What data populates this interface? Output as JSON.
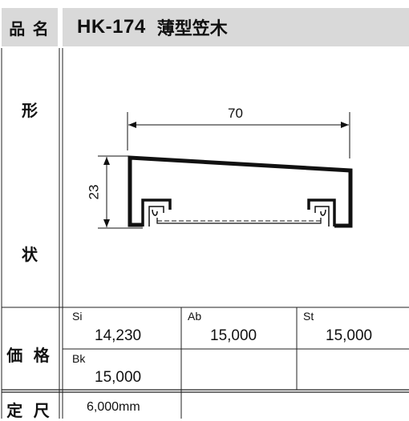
{
  "header": {
    "label": "品 名",
    "code": "HK-174",
    "name": "薄型笠木"
  },
  "labels": {
    "shape_top": "形",
    "shape_bottom": "状",
    "price": "価 格",
    "length": "定 尺"
  },
  "drawing": {
    "width_dim": "70",
    "height_dim": "23"
  },
  "prices": [
    {
      "finish": "Si",
      "value": "14,230"
    },
    {
      "finish": "Ab",
      "value": "15,000"
    },
    {
      "finish": "St",
      "value": "15,000"
    },
    {
      "finish": "Bk",
      "value": "15,000"
    }
  ],
  "length": "6,000mm"
}
